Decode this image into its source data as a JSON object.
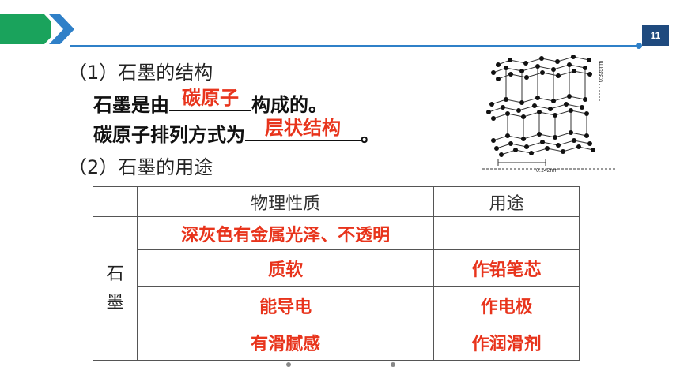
{
  "header": {
    "page_number": "11"
  },
  "section1": {
    "heading": "（1）石墨的结构",
    "line1_before": "石墨是由",
    "line1_answer": "碳原子",
    "line1_after": "构成的。",
    "line2_before": "碳原子排列方式为",
    "line2_answer": "层状结构",
    "line2_after": "。"
  },
  "figure": {
    "label_spacing": "0.335nm",
    "label_bond": "0.142nm"
  },
  "section2": {
    "heading": "（2）石墨的用途"
  },
  "table": {
    "col_property": "物理性质",
    "col_use": "用途",
    "substance_line1": "石",
    "substance_line2": "墨",
    "rows": [
      {
        "property": "深灰色有金属光泽、不透明",
        "use": ""
      },
      {
        "property": "质软",
        "use": "作铅笔芯"
      },
      {
        "property": "能导电",
        "use": "作电极"
      },
      {
        "property": "有滑腻感",
        "use": "作润滑剂"
      }
    ]
  },
  "colors": {
    "accent_green": "#1aa35c",
    "accent_blue": "#2f80c8",
    "answer_red": "#e8341c"
  }
}
